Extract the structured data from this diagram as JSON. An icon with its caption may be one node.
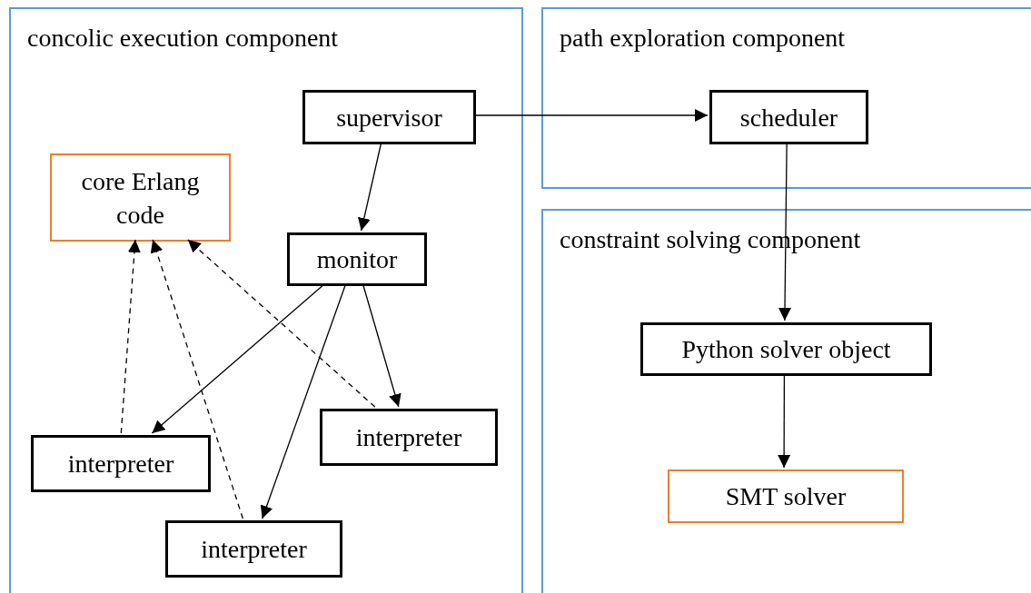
{
  "diagram": {
    "nodes": [
      {
        "text": [
          "concolic execution component"
        ]
      },
      {
        "text": [
          "path exploration component"
        ]
      },
      {
        "text": [
          "constraint solving component"
        ]
      },
      {
        "text": [
          "supervisor"
        ],
        "in": 0
      },
      {
        "text": [
          "core Erlang code"
        ],
        "in": 0
      },
      {
        "text": [
          "monitor"
        ],
        "in": 0
      },
      {
        "text": [
          "interpreter"
        ],
        "in": 0
      },
      {
        "text": [
          "interpreter"
        ],
        "in": 0
      },
      {
        "text": [
          "interpreter"
        ],
        "in": 0
      },
      {
        "text": [
          "scheduler"
        ],
        "in": 1
      },
      {
        "text": [
          "Python solver object"
        ],
        "in": 2
      },
      {
        "text": [
          "SMT solver"
        ],
        "in": 2
      }
    ],
    "edges": [
      {
        "from": 3,
        "to": 9,
        "arrow": "to"
      },
      {
        "from": 3,
        "to": 5,
        "arrow": "to"
      },
      {
        "from": 5,
        "to": 7,
        "arrow": "to"
      },
      {
        "from": 5,
        "to": 8,
        "arrow": "to"
      },
      {
        "from": 5,
        "to": 6,
        "arrow": "to"
      },
      {
        "from": 7,
        "to": 4,
        "arrow": "to",
        "style": "dashed"
      },
      {
        "from": 8,
        "to": 4,
        "arrow": "to",
        "style": "dashed"
      },
      {
        "from": 6,
        "to": 4,
        "arrow": "to",
        "style": "dashed"
      },
      {
        "from": 9,
        "to": 10,
        "arrow": "to"
      },
      {
        "from": 10,
        "to": 11,
        "arrow": "to"
      }
    ]
  }
}
